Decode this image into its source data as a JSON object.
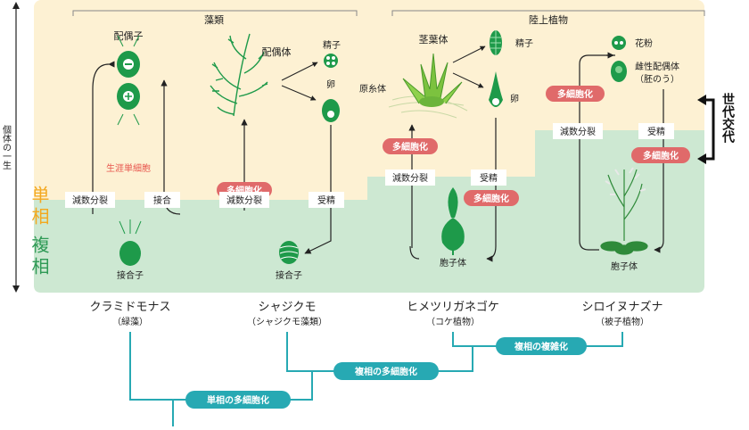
{
  "groups": {
    "algae": "藻類",
    "land_plants": "陸上植物"
  },
  "axis": {
    "life": "個体の一生",
    "haploid": "単相",
    "diploid": "複相"
  },
  "gen_label": "世代交代",
  "organisms": [
    {
      "name": "クラミドモナス",
      "group": "（緑藻）"
    },
    {
      "name": "シャジクモ",
      "group": "（シャジクモ藻類）"
    },
    {
      "name": "ヒメツリガネゴケ",
      "group": "（コケ植物）"
    },
    {
      "name": "シロイヌナズナ",
      "group": "（被子植物）"
    }
  ],
  "labels": {
    "gamete": "配偶子",
    "haploid_unicell": "生涯単細胞",
    "meiosis": "減数分裂",
    "conjugation": "接合",
    "zygote": "接合子",
    "gametophyte": "配偶体",
    "sperm": "精子",
    "egg": "卵",
    "multicell": "多細胞化",
    "fertilization": "受精",
    "leafy_shoot": "茎葉体",
    "protonema": "原糸体",
    "sporophyte": "胞子体",
    "pollen": "花粉",
    "female_gametophyte": "雌性配偶体",
    "embryo_sac": "（胚のう）"
  },
  "tree": {
    "haploid_multicell": "単相の多細胞化",
    "diploid_multicell": "複相の多細胞化",
    "diploid_complex": "複相の複雑化"
  },
  "colors": {
    "haploid_bg": "#fdf1d3",
    "diploid_bg": "#cde8d2",
    "pill": "#e06a6a",
    "tree": "#27a9b3",
    "organism_green": "#1e9a4a",
    "haploid_text": "#f3a81f",
    "diploid_text": "#2f9a56",
    "unicell_text": "#e8584f"
  }
}
